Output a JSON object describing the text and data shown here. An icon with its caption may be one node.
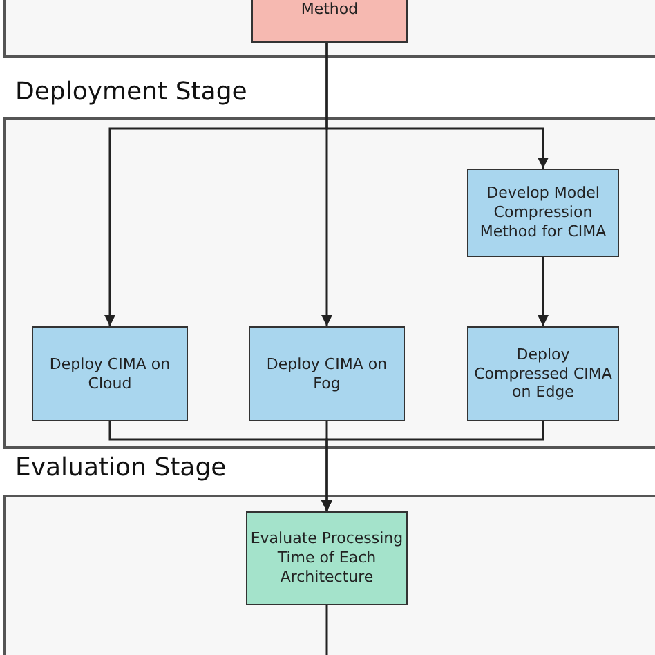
{
  "diagram": {
    "nodes": [
      {
        "text": [],
        "shape": "box"
      },
      {
        "text": [
          "Method"
        ],
        "in": 0
      },
      {
        "text": [
          "Deployment Stage"
        ]
      },
      {
        "text": [
          "Develop Model Compression Method for CIMA"
        ],
        "in": 2
      },
      {
        "text": [
          "Deploy CIMA on Cloud"
        ],
        "in": 2
      },
      {
        "text": [
          "Deploy CIMA on Fog"
        ],
        "in": 2
      },
      {
        "text": [
          "Deploy Compressed CIMA on Edge"
        ],
        "in": 2
      },
      {
        "text": [
          "Evaluation Stage"
        ]
      },
      {
        "text": [
          "Evaluate Processing Time of Each Architecture"
        ],
        "in": 7
      }
    ],
    "edges": [
      {
        "from": 1,
        "to": 4,
        "arrow": "to"
      },
      {
        "from": 1,
        "to": 5,
        "arrow": "to"
      },
      {
        "from": 1,
        "to": 3,
        "arrow": "to"
      },
      {
        "from": 3,
        "to": 6,
        "arrow": "to"
      },
      {
        "from": 4,
        "to": 8,
        "arrow": "to"
      },
      {
        "from": 5,
        "to": 8,
        "arrow": "to"
      },
      {
        "from": 6,
        "to": 8,
        "arrow": "to"
      },
      {
        "from": 8,
        "to": null,
        "arrow": "none"
      }
    ]
  }
}
